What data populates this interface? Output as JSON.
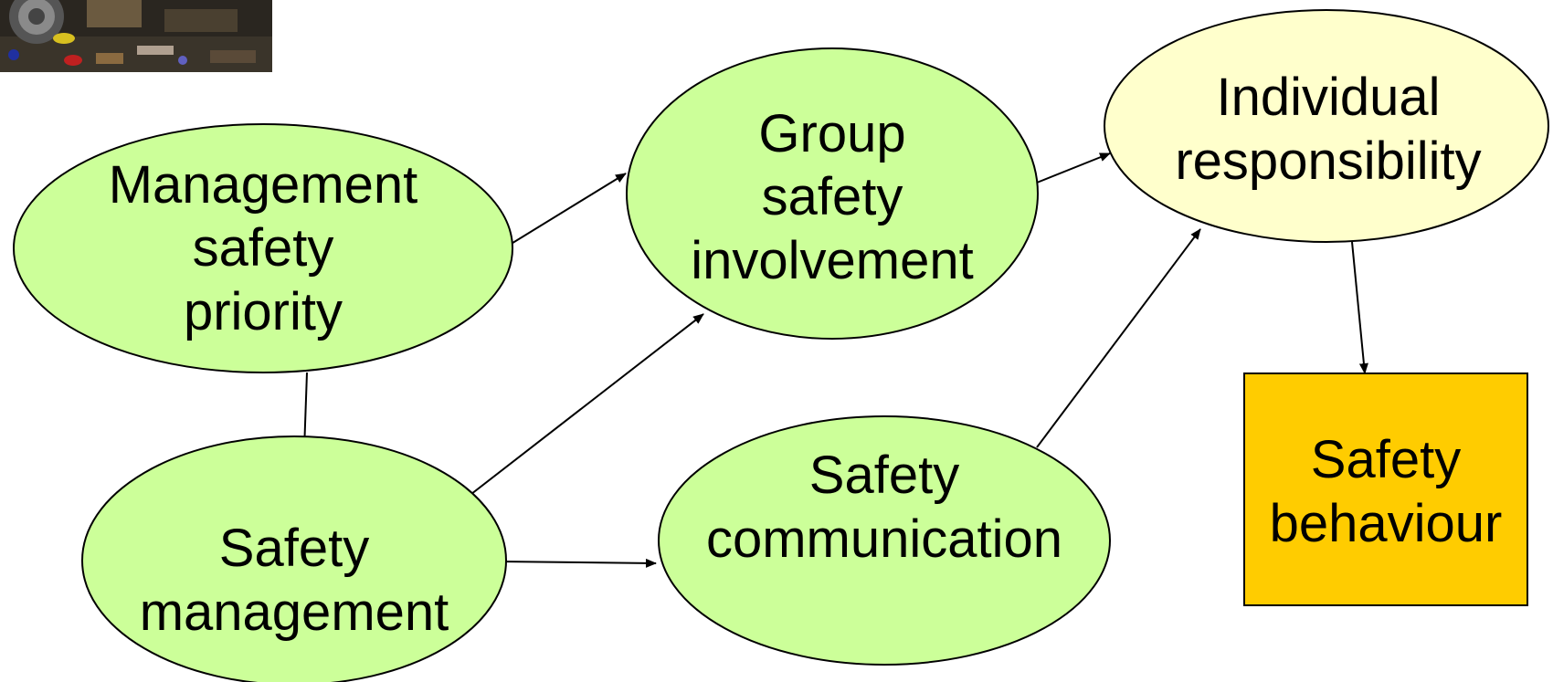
{
  "colors": {
    "ellipse_fill": "#ccff99",
    "ellipse_fill_light": "#ffffcc",
    "box_fill": "#ffcc00",
    "stroke": "#000000"
  },
  "nodes": {
    "management_priority": "Management\nsafety\npriority",
    "group_involvement": "Group\nsafety\ninvolvement",
    "individual_responsibility": "Individual\nresponsibility",
    "safety_management": "Safety\nmanagement",
    "safety_communication": "Safety\ncommunication",
    "safety_behaviour": "Safety\nbehaviour"
  },
  "edges": [
    {
      "from": "management_priority",
      "to": "group_involvement"
    },
    {
      "from": "management_priority",
      "to": "safety_management"
    },
    {
      "from": "safety_management",
      "to": "group_involvement"
    },
    {
      "from": "safety_management",
      "to": "safety_communication"
    },
    {
      "from": "group_involvement",
      "to": "individual_responsibility"
    },
    {
      "from": "safety_communication",
      "to": "individual_responsibility"
    },
    {
      "from": "individual_responsibility",
      "to": "safety_behaviour"
    }
  ],
  "image": {
    "icon": "wreckage-photo-icon"
  }
}
